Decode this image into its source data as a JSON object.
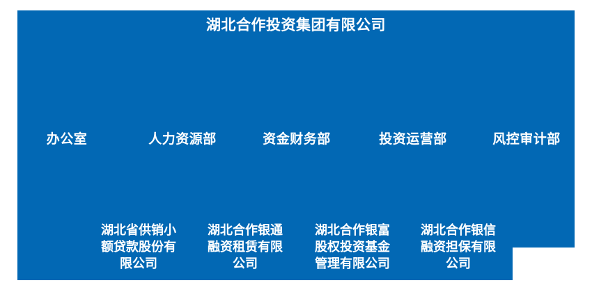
{
  "org_chart": {
    "root": {
      "label": "湖北合作投资集团有限公司"
    },
    "departments": [
      {
        "label": "办公室"
      },
      {
        "label": "人力资源部"
      },
      {
        "label": "资金财务部"
      },
      {
        "label": "投资运营部"
      },
      {
        "label": "风控审计部"
      }
    ],
    "subsidiaries": [
      {
        "label": "湖北省供销小额贷款股份有限公司",
        "lines": [
          "湖北省供销小",
          "额贷款股份有",
          "限公司"
        ]
      },
      {
        "label": "湖北合作银通融资租赁有限公司",
        "lines": [
          "湖北合作银通",
          "融资租赁有限",
          "公司"
        ]
      },
      {
        "label": "湖北合作银富股权投资基金管理有限公司",
        "lines": [
          "湖北合作银富",
          "股权投资基金",
          "管理有限公司"
        ]
      },
      {
        "label": "湖北合作银信融资担保有限公司",
        "lines": [
          "湖北合作银信",
          "融资担保有限",
          "公司"
        ]
      }
    ],
    "colors": {
      "panel_background": "#0268b4",
      "text": "#ffffff",
      "page_background": "#ffffff"
    }
  }
}
